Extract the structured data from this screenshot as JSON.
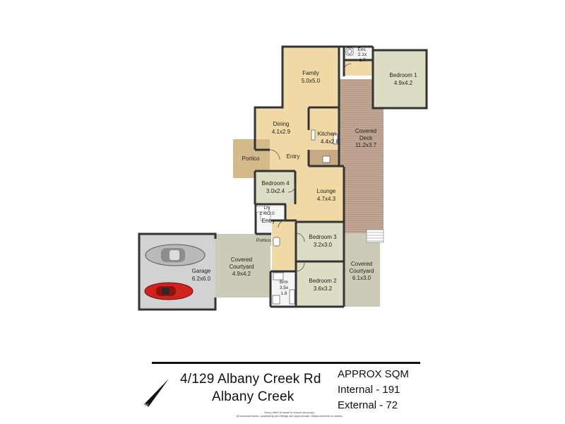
{
  "rooms": {
    "family": {
      "name": "Family",
      "size": "5.0x5.0"
    },
    "ens": {
      "name": "Ens",
      "size_a": "2.1x",
      "size_b": "1.7"
    },
    "bedroom1": {
      "name": "Bedroom 1",
      "size": "4.9x4.2"
    },
    "dining": {
      "name": "Dining",
      "size": "4.1x2.9"
    },
    "kitchen": {
      "name": "Kitchen",
      "size": "4.4x2.8"
    },
    "covered_deck": {
      "name_a": "Covered",
      "name_b": "Deck",
      "size": "11.2x3.7"
    },
    "portico_main": {
      "name": "Portico"
    },
    "entry_main": {
      "name": "Entry"
    },
    "bedroom4": {
      "name": "Bedroom 4",
      "size": "3.0x2.4"
    },
    "lounge": {
      "name": "Lounge",
      "size": "4.7x4.3"
    },
    "laundry": {
      "name": "Lry",
      "size": "2.4x2.0"
    },
    "entry_side": {
      "name": "Entry"
    },
    "portico_side": {
      "name": "Portico"
    },
    "bedroom3": {
      "name": "Bedroom 3",
      "size": "3.2x3.0"
    },
    "garage": {
      "name": "Garage",
      "size": "6.2x6.0"
    },
    "courtyard_left": {
      "name_a": "Covered",
      "name_b": "Courtyard",
      "size": "4.9x4.2"
    },
    "courtyard_right": {
      "name_a": "Covered",
      "name_b": "Courtyard",
      "size": "6.1x3.0"
    },
    "bathroom": {
      "name": "Brm",
      "size_a": "3.5x",
      "size_b": "1.8"
    },
    "bedroom2": {
      "name": "Bedroom 2",
      "size": "3.6x3.2"
    }
  },
  "address": {
    "line1": "4/129 Albany Creek Rd",
    "line2": "Albany Creek"
  },
  "area": {
    "heading": "APPROX SQM",
    "internal": "Internal - 191",
    "external": "External - 72"
  },
  "disclaimer": {
    "line1": "Every effort is made to ensure accuracy.",
    "line2": "All measurements, positioning and fittings are approximate. Measurements in metres."
  },
  "compass_label": "N",
  "colors": {
    "family_tone": "#f1d9a6",
    "bedroom_tone": "#dddcc4",
    "deck_tone": "#c0a693",
    "portico_tone": "#d4ba8b",
    "garage_floor": "#d2d2d2",
    "courtyard_tone": "#cdcbb7",
    "wall": "#333333",
    "car_silver": "#b9b9b9",
    "car_red": "#d0231e"
  }
}
